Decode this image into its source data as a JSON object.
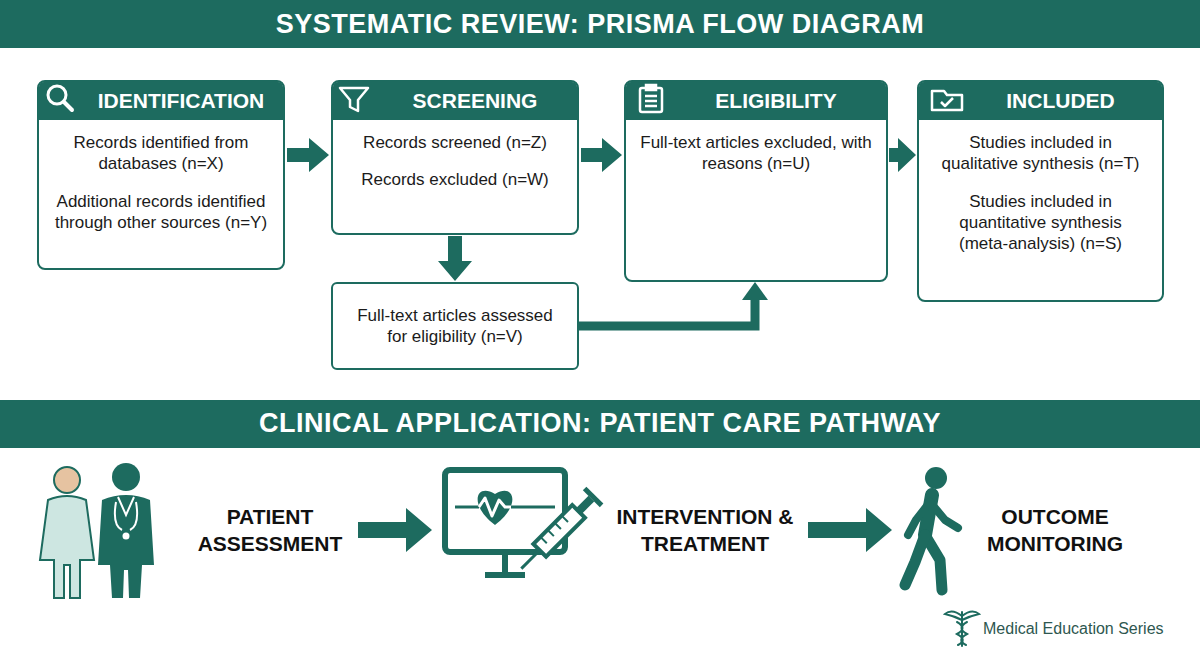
{
  "diagram": {
    "title": "SYSTEMATIC REVIEW: PRISMA FLOW DIAGRAM",
    "nodes": [
      {
        "text": [
          "IDENTIFICATION",
          "Records identified from databases (n=X)",
          "Additional records identified through other sources (n=Y)"
        ]
      },
      {
        "text": [
          "SCREENING",
          "Records screened (n=Z)",
          "Records excluded (n=W)"
        ]
      },
      {
        "text": [
          "ELIGIBILITY",
          "Full-text articles excluded, with reasons (n=U)"
        ]
      },
      {
        "text": [
          "INCLUDED",
          "Studies included in qualitative synthesis (n=T)",
          "Studies included in quantitative synthesis (meta-analysis) (n=S)"
        ]
      },
      {
        "text": [
          "Full-text articles assessed for eligibility (n=V)"
        ]
      },
      {
        "text": [
          "CLINICAL APPLICATION: PATIENT CARE PATHWAY"
        ]
      },
      {
        "text": [
          "PATIENT ASSESSMENT"
        ]
      },
      {
        "text": [
          "INTERVENTION & TREATMENT"
        ]
      },
      {
        "text": [
          "OUTCOME MONITORING"
        ]
      }
    ],
    "edges": [
      {
        "from": 0,
        "to": 1,
        "arrow": "to"
      },
      {
        "from": 1,
        "to": 2,
        "arrow": "to"
      },
      {
        "from": 2,
        "to": 3,
        "arrow": "to"
      },
      {
        "from": 1,
        "to": 4,
        "arrow": "to"
      },
      {
        "from": 4,
        "to": 2,
        "arrow": "to"
      },
      {
        "from": 6,
        "to": 7,
        "arrow": "to"
      },
      {
        "from": 7,
        "to": 8,
        "arrow": "to"
      }
    ],
    "labels": [
      "Medical Education Series"
    ]
  }
}
